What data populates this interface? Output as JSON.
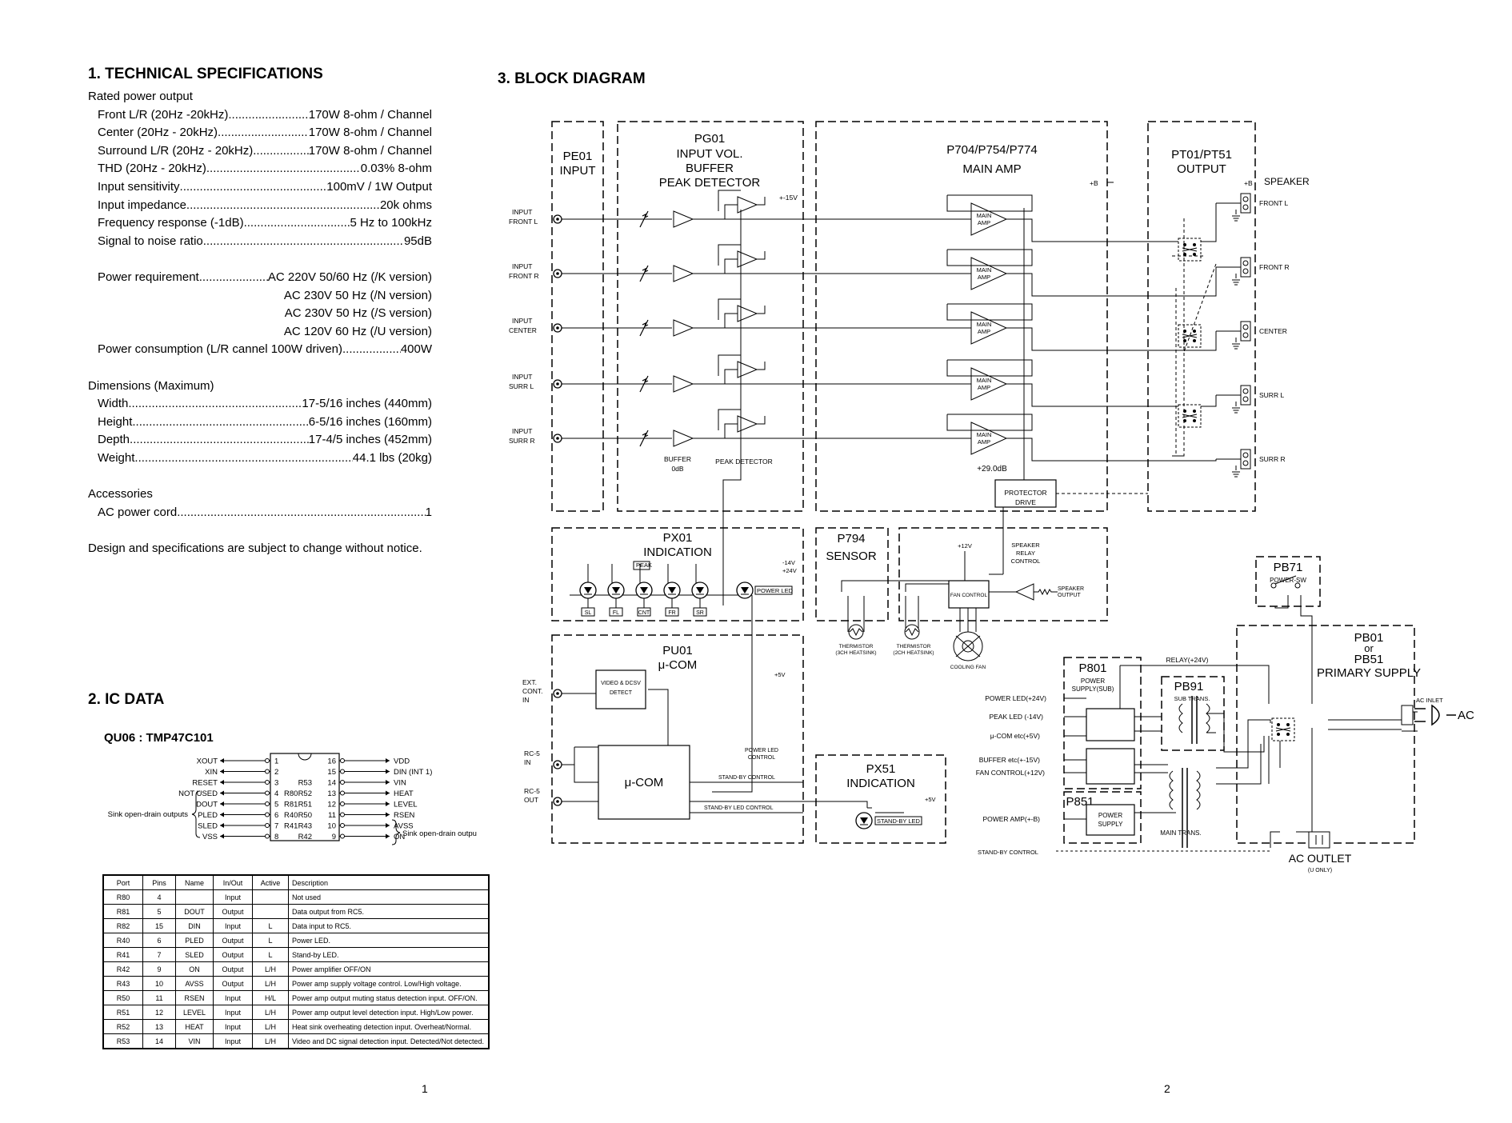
{
  "sections": {
    "tech_title": "1. TECHNICAL SPECIFICATIONS",
    "ic_title": "2. IC DATA",
    "block_title": "3. BLOCK DIAGRAM"
  },
  "specs": {
    "rated_power_heading": "Rated power output",
    "rated_power": [
      {
        "k": "Front L/R (20Hz -20kHz)",
        "v": "170W 8-ohm / Channel"
      },
      {
        "k": "Center (20Hz - 20kHz)",
        "v": "170W 8-ohm / Channel"
      },
      {
        "k": "Surround L/R (20Hz - 20kHz)",
        "v": "170W 8-ohm / Channel"
      },
      {
        "k": "THD (20Hz - 20kHz)",
        "v": "0.03% 8-ohm"
      },
      {
        "k": "Input sensitivity",
        "v": "100mV / 1W Output"
      },
      {
        "k": "Input impedance",
        "v": "20k ohms"
      },
      {
        "k": "Frequency response (-1dB)",
        "v": "5 Hz to 100kHz"
      },
      {
        "k": "Signal to noise ratio",
        "v": "95dB"
      }
    ],
    "power_req_key": "Power requirement",
    "power_req_values": [
      "AC 220V 50/60 Hz (/K version)",
      "AC 230V 50 Hz (/N version)",
      "AC 230V 50 Hz (/S version)",
      "AC 120V 60 Hz (/U version)"
    ],
    "power_cons": {
      "k": "Power consumption (L/R cannel 100W driven)",
      "v": "400W"
    },
    "dimensions_heading": "Dimensions (Maximum)",
    "dimensions": [
      {
        "k": "Width",
        "v": "17-5/16 inches (440mm)"
      },
      {
        "k": "Height",
        "v": "6-5/16 inches (160mm)"
      },
      {
        "k": "Depth",
        "v": "17-4/5 inches (452mm)"
      },
      {
        "k": "Weight",
        "v": "44.1 lbs (20kg)"
      }
    ],
    "accessories_heading": "Accessories",
    "accessories": [
      {
        "k": "AC power cord",
        "v": "1"
      }
    ],
    "notice": "Design and specifications are subject to change without notice."
  },
  "ic": {
    "chip_title": "QU06 : TMP47C101",
    "left_pins": [
      {
        "name": "XOUT",
        "num": "1",
        "port": ""
      },
      {
        "name": "XIN",
        "num": "2",
        "port": ""
      },
      {
        "name": "RESET",
        "num": "3",
        "port": ""
      },
      {
        "name": "NOT USED",
        "num": "4",
        "port": "R80"
      },
      {
        "name": "DOUT",
        "num": "5",
        "port": "R81"
      },
      {
        "name": "PLED",
        "num": "6",
        "port": "R40"
      },
      {
        "name": "SLED",
        "num": "7",
        "port": "R41"
      },
      {
        "name": "VSS",
        "num": "8",
        "port": ""
      }
    ],
    "right_pins": [
      {
        "name": "VDD",
        "num": "16",
        "port": ""
      },
      {
        "name": "DIN (INT 1)",
        "num": "15",
        "port": ""
      },
      {
        "name": "VIN",
        "num": "14",
        "port": "R53"
      },
      {
        "name": "HEAT",
        "num": "13",
        "port": "R52"
      },
      {
        "name": "LEVEL",
        "num": "12",
        "port": "R51"
      },
      {
        "name": "RSEN",
        "num": "11",
        "port": "R50"
      },
      {
        "name": "AVSS",
        "num": "10",
        "port": "R43"
      },
      {
        "name": "ON",
        "num": "9",
        "port": "R42"
      }
    ],
    "sink_left": "Sink open-drain outputs",
    "sink_right": "Sink open-drain outpu",
    "table_headers": [
      "Port",
      "Pins",
      "Name",
      "In/Out",
      "Active",
      "Description"
    ],
    "table_rows": [
      [
        "R80",
        "4",
        "",
        "Input",
        "",
        "Not used"
      ],
      [
        "R81",
        "5",
        "DOUT",
        "Output",
        "",
        "Data output from RC5."
      ],
      [
        "R82",
        "15",
        "DIN",
        "Input",
        "L",
        "Data input to RC5."
      ],
      [
        "R40",
        "6",
        "PLED",
        "Output",
        "L",
        "Power LED."
      ],
      [
        "R41",
        "7",
        "SLED",
        "Output",
        "L",
        "Stand-by LED."
      ],
      [
        "R42",
        "9",
        "ON",
        "Output",
        "L/H",
        "Power amplifier OFF/ON"
      ],
      [
        "R43",
        "10",
        "AVSS",
        "Output",
        "L/H",
        "Power amp supply voltage control. Low/High voltage."
      ],
      [
        "R50",
        "11",
        "RSEN",
        "Input",
        "H/L",
        "Power amp output muting status detection input.  OFF/ON."
      ],
      [
        "R51",
        "12",
        "LEVEL",
        "Input",
        "L/H",
        "Power amp output level detection input. High/Low power."
      ],
      [
        "R52",
        "13",
        "HEAT",
        "Input",
        "L/H",
        "Heat sink overheating detection input. Overheat/Normal."
      ],
      [
        "R53",
        "14",
        "VIN",
        "Input",
        "L/H",
        "Video and DC signal detection input. Detected/Not detected."
      ]
    ]
  },
  "diagram": {
    "blocks": {
      "pe01": [
        "PE01",
        "INPUT"
      ],
      "pg01": [
        "PG01",
        "INPUT VOL.",
        "BUFFER",
        "PEAK DETECTOR"
      ],
      "p704": [
        "P704/P754/P774",
        "MAIN AMP"
      ],
      "pt01": [
        "PT01/PT51",
        "OUTPUT"
      ],
      "px01": [
        "PX01",
        "INDICATION"
      ],
      "p794": [
        "P794",
        "SENSOR"
      ],
      "pu01": [
        "PU01",
        "μ-COM"
      ],
      "px51": [
        "PX51",
        "INDICATION"
      ],
      "pb71": [
        "PB71"
      ],
      "pb01": [
        "PB01",
        "or",
        "PB51",
        "PRIMARY SUPPLY"
      ],
      "p801": [
        "P801"
      ],
      "pb91": [
        "PB91"
      ],
      "p851": [
        "P851"
      ]
    },
    "inputs": [
      [
        "INPUT",
        "FRONT L"
      ],
      [
        "INPUT",
        "FRONT R"
      ],
      [
        "INPUT",
        "CENTER"
      ],
      [
        "INPUT",
        "SURR L"
      ],
      [
        "INPUT",
        "SURR R"
      ]
    ],
    "outputs": [
      "FRONT L",
      "FRONT R",
      "CENTER",
      "SURR L",
      "SURR R"
    ],
    "labels": {
      "main_amp_l1": "MAIN",
      "main_amp_l2": "AMP",
      "buffer": "BUFFER",
      "buffer_db": "0dB",
      "peak_detector": "PEAK DETECTOR",
      "gain": "+29.0dB",
      "plus_b": "+B",
      "plus_b2": "+B",
      "pm15v": "+-15V",
      "speaker": "SPEAKER",
      "protector_1": "PROTECTOR",
      "protector_2": "DRIVE",
      "spk_relay": [
        "SPEAKER",
        "RELAY",
        "CONTROL"
      ],
      "peak": "PEAK",
      "leds": [
        "SL",
        "FL",
        "CNT",
        "FR",
        "SR"
      ],
      "power_led": "POWER LED",
      "v14": "-14V",
      "v24": "+24V",
      "v12": "+12V",
      "fan_control": "FAN CONTROL",
      "speaker_output_1": "SPEAKER",
      "speaker_output_2": "OUTPUT",
      "therm1": [
        "THERMISTOR",
        "(3CH HEATSINK)"
      ],
      "therm2": [
        "THERMISTOR",
        "(2CH HEATSINK)"
      ],
      "cooling_fan": "COOLING FAN",
      "ext_cont": [
        "EXT.",
        "CONT.",
        "IN"
      ],
      "rc5in": [
        "RC-5",
        "IN"
      ],
      "rc5out": [
        "RC-5",
        "OUT"
      ],
      "video_dcsv": "VIDEO  & DCSV",
      "detect": "DETECT",
      "v5": "+5V",
      "v5b": "+5V",
      "ucom": "μ-COM",
      "power_led_control": [
        "POWER LED",
        "CONTROL"
      ],
      "standby_control": "STAND-BY CONTROL",
      "standby_led_control": "STAND-BY LED CONTROL",
      "standby_led": "STAND-BY LED",
      "power_sw": "POWER-SW",
      "relay24": "RELAY(+24V)",
      "power_supply_sub": [
        "POWER",
        "SUPPLY(SUB)"
      ],
      "sub_trans": "SUB TRANS.",
      "power_led24": "POWER LED(+24V)",
      "peak_led14": "PEAK LED (-14V)",
      "ucom5": "μ-COM etc(+5V)",
      "buffer15": "BUFFER etc(+-15V)",
      "fan12": "FAN CONTROL(+12V)",
      "power_amp_b": "POWER AMP(+-B)",
      "power_supply": [
        "POWER",
        "SUPPLY"
      ],
      "main_trans": "MAIN TRANS.",
      "standby_control2": "STAND-BY CONTROL",
      "ac_inlet": "AC INLET",
      "ac": "AC",
      "ac_outlet": "AC OUTLET",
      "u_only": "(U ONLY)"
    }
  },
  "page_numbers": [
    "1",
    "2"
  ]
}
